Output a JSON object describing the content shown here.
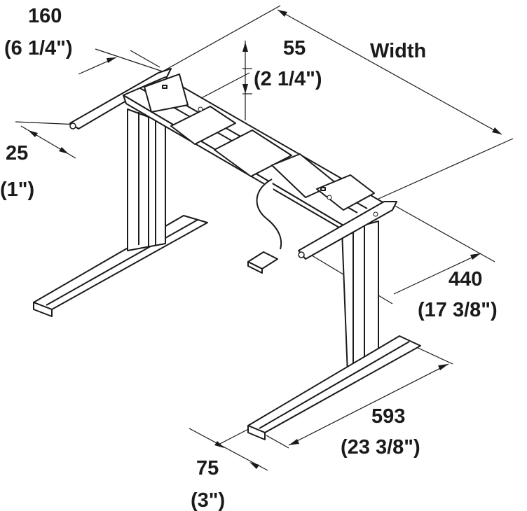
{
  "diagram": {
    "labels": {
      "width": "Width",
      "d160_mm": "160",
      "d160_in": "(6 1/4\")",
      "d55_mm": "55",
      "d55_in": "(2 1/4\")",
      "d25_mm": "25",
      "d25_in": "(1\")",
      "d440_mm": "440",
      "d440_in": "(17 3/8\")",
      "d593_mm": "593",
      "d593_in": "(23 3/8\")",
      "d75_mm": "75",
      "d75_in": "(3\")"
    }
  }
}
